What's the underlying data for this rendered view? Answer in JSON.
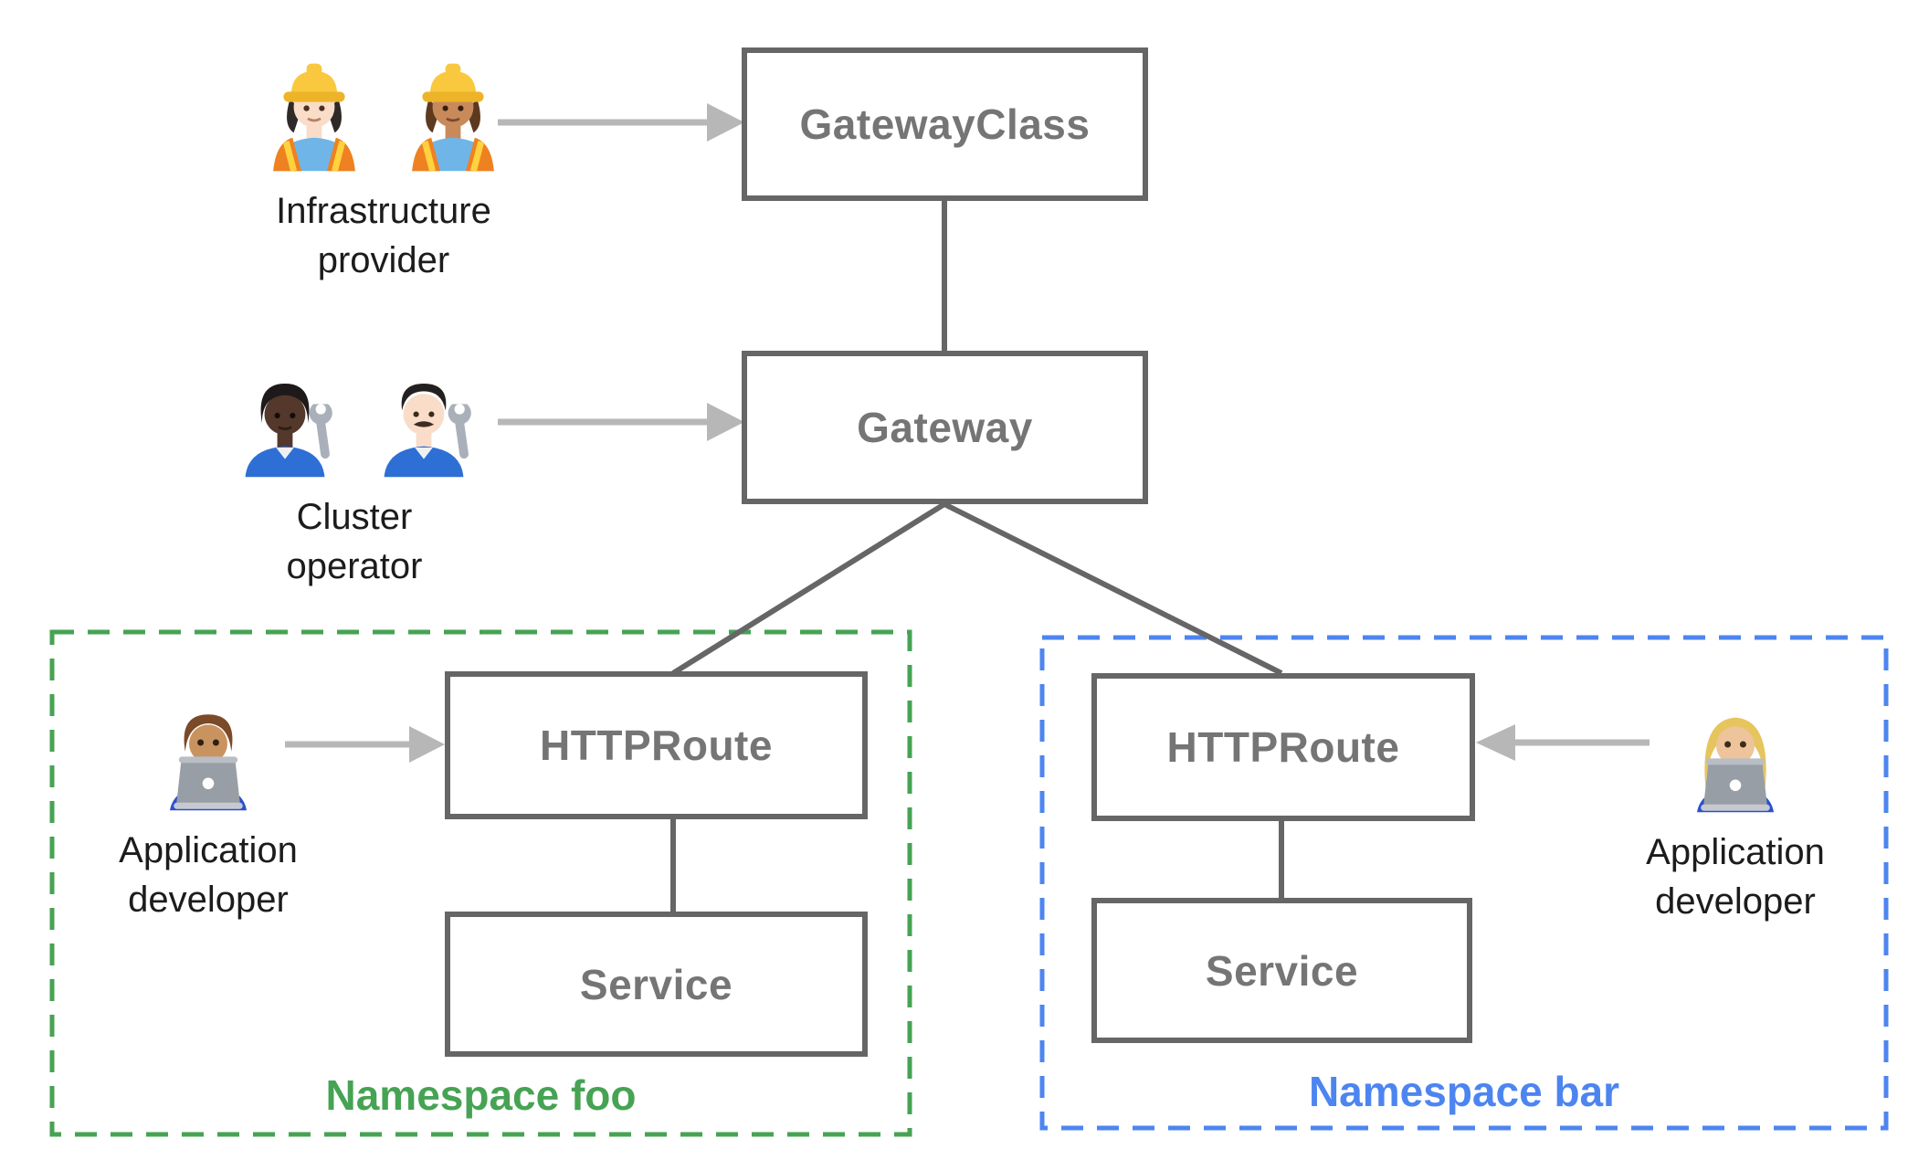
{
  "diagram": {
    "nodes": {
      "gateway_class": {
        "label": "GatewayClass"
      },
      "gateway": {
        "label": "Gateway"
      },
      "httproute_foo": {
        "label": "HTTPRoute"
      },
      "service_foo": {
        "label": "Service"
      },
      "httproute_bar": {
        "label": "HTTPRoute"
      },
      "service_bar": {
        "label": "Service"
      }
    },
    "personas": {
      "infrastructure_provider": {
        "label_line1": "Infrastructure",
        "label_line2": "provider",
        "icon": "women-construction-workers-emoji"
      },
      "cluster_operator": {
        "label_line1": "Cluster",
        "label_line2": "operator",
        "icon": "mechanics-with-wrench-emoji"
      },
      "app_developer_foo": {
        "label_line1": "Application",
        "label_line2": "developer",
        "icon": "man-technologist-laptop-emoji"
      },
      "app_developer_bar": {
        "label_line1": "Application",
        "label_line2": "developer",
        "icon": "woman-technologist-laptop-emoji"
      }
    },
    "namespaces": {
      "foo": {
        "label": "Namespace foo",
        "color": "#46a353"
      },
      "bar": {
        "label": "Namespace bar",
        "color": "#4d85f0"
      }
    },
    "colors": {
      "background": "#ffffff",
      "node_border": "#666666",
      "node_label": "#757575",
      "connector": "#666666",
      "arrow": "#b7b7b7",
      "persona_label": "#1c1c1c"
    }
  }
}
